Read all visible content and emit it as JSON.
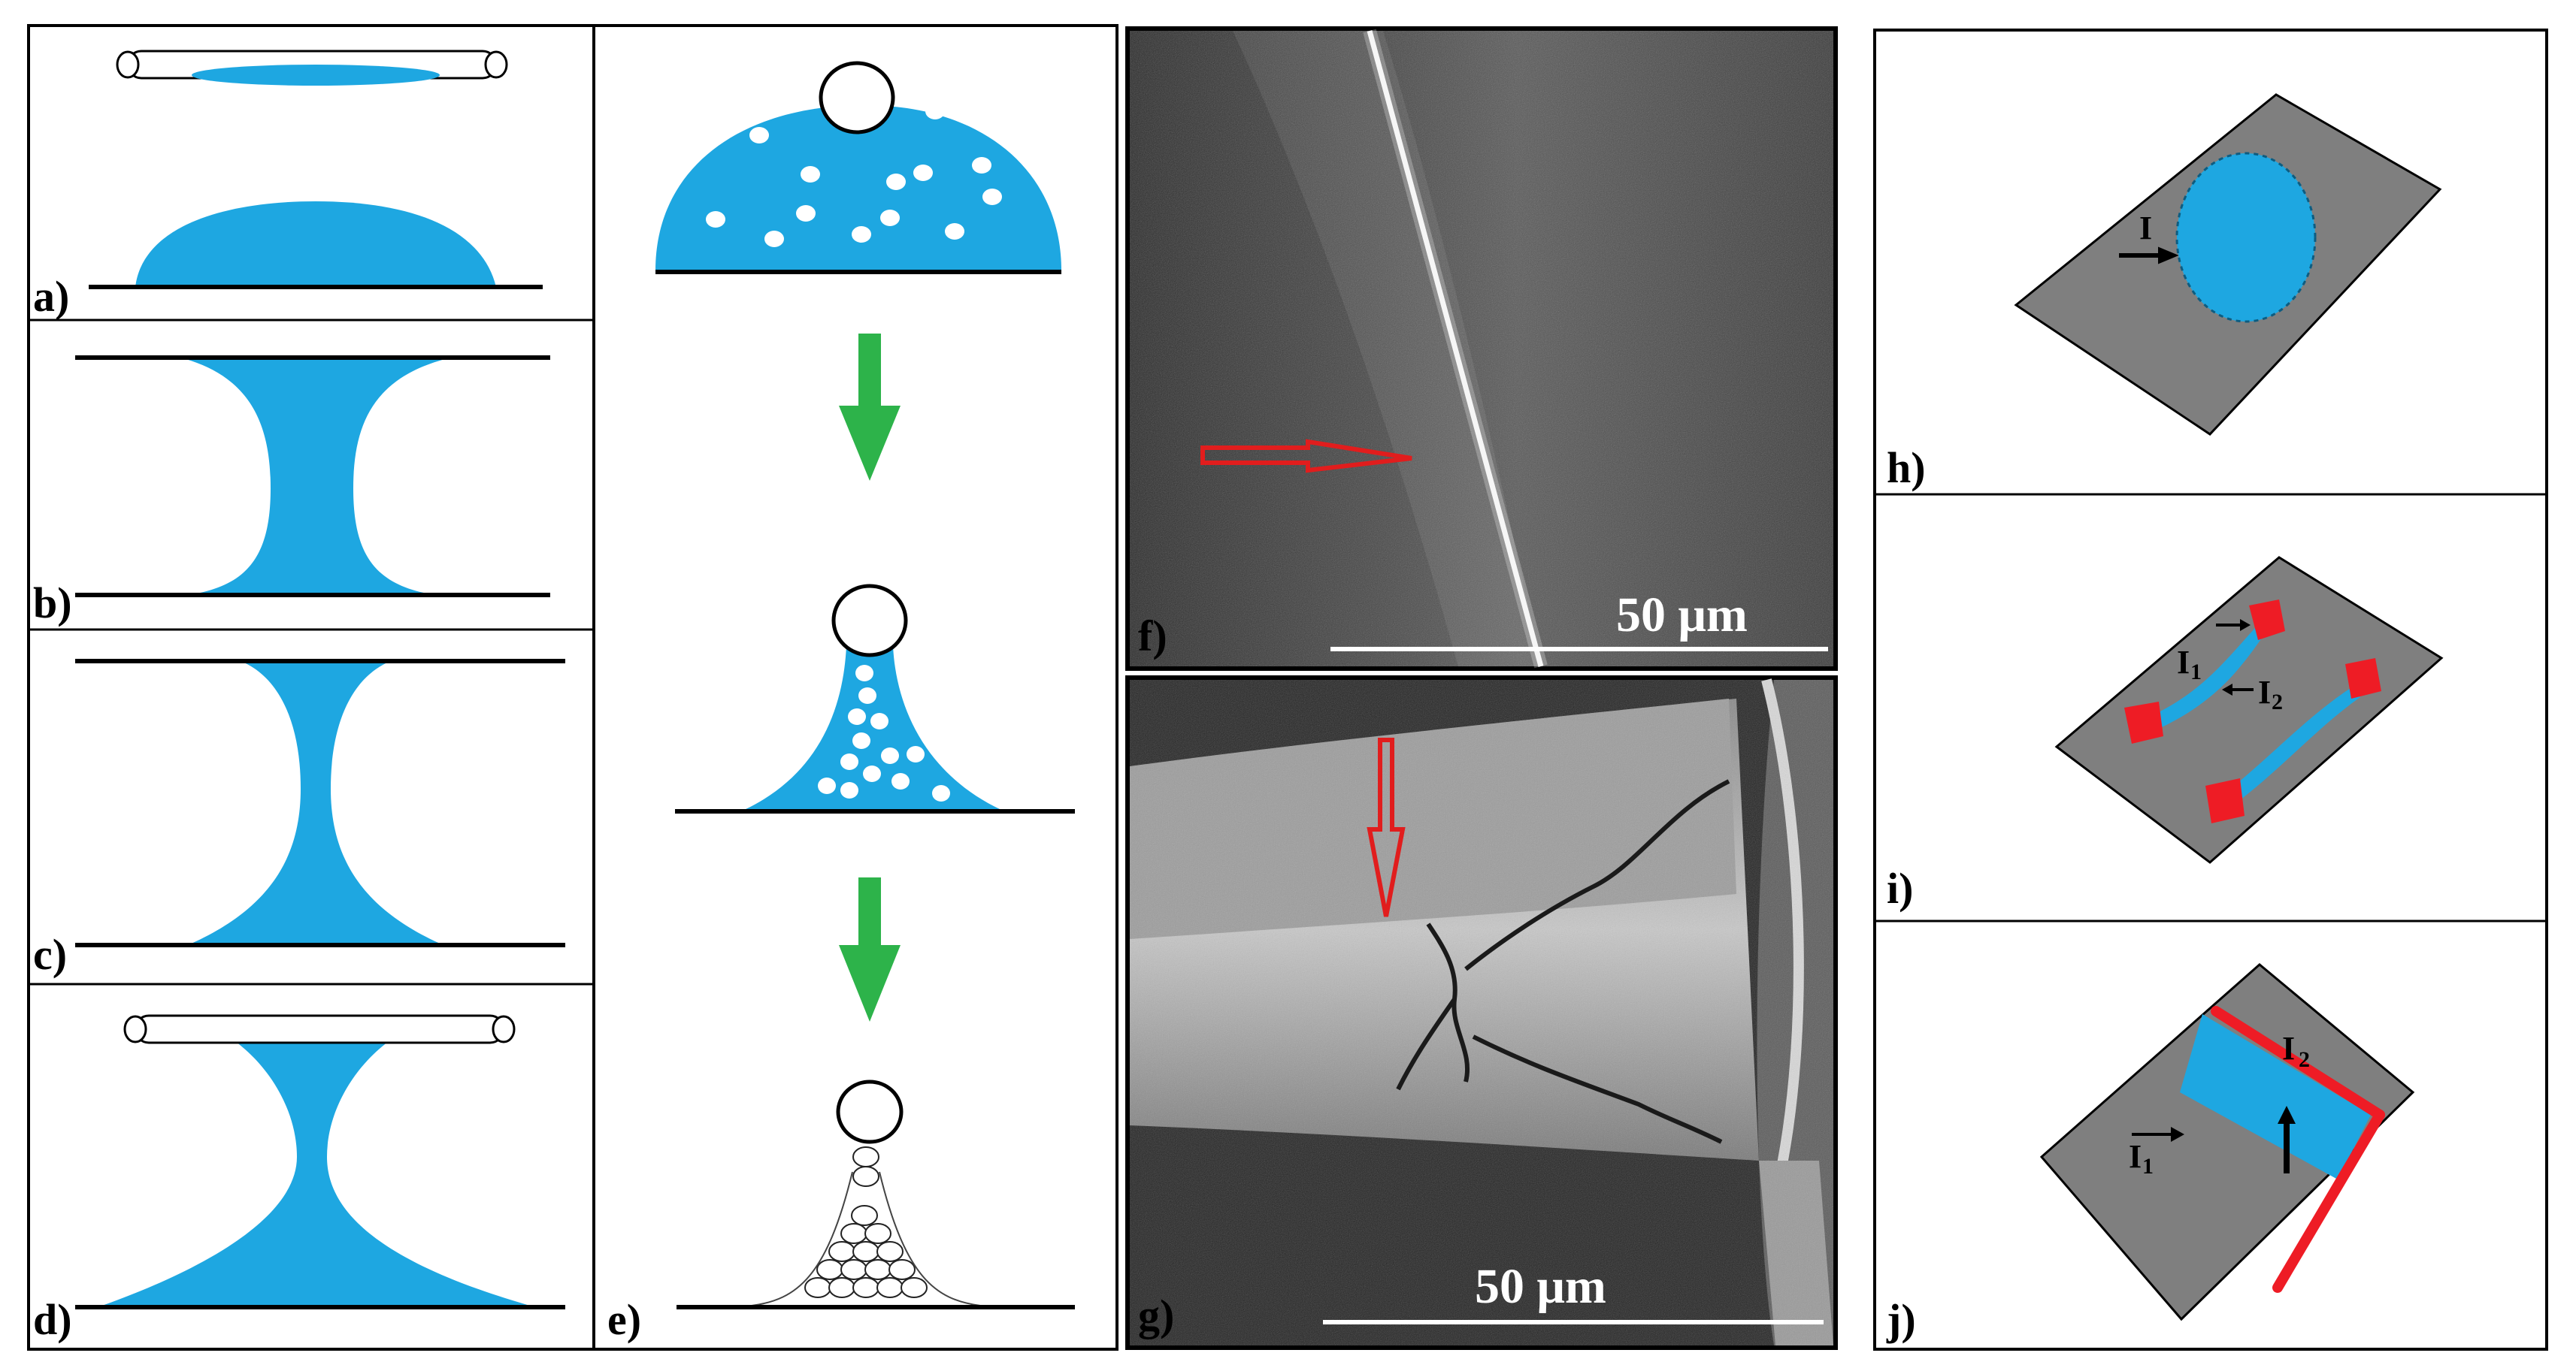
{
  "panels": {
    "a": {
      "label": "a)"
    },
    "b": {
      "label": "b)"
    },
    "c": {
      "label": "c)"
    },
    "d": {
      "label": "d)"
    },
    "e": {
      "label": "e)"
    },
    "f": {
      "label": "f)",
      "scale_bar": "50 μm"
    },
    "g": {
      "label": "g)",
      "scale_bar": "50 μm"
    },
    "h": {
      "label": "h)",
      "current_symbol": "I"
    },
    "i": {
      "label": "i)",
      "current_1": "I",
      "current_1_sub": "1",
      "current_2": "I",
      "current_2_sub": "2"
    },
    "j": {
      "label": "j)",
      "current_1": "I",
      "current_1_sub": "1",
      "current_2": "I",
      "current_2_sub": "2"
    }
  },
  "colors": {
    "water_blue": "#1ea7e1",
    "plate_gray": "#7f7f7f",
    "electrode_red": "#ee1c25",
    "arrow_green": "#2db34a",
    "sem_background": "#3a3a3a",
    "marker_red": "#e11d1d"
  }
}
